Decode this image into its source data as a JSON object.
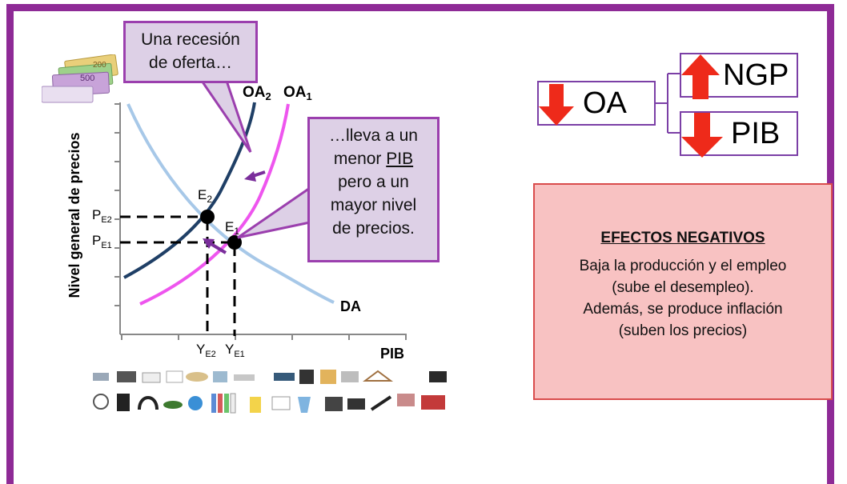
{
  "diagram": {
    "y_axis_label": "Nivel general de precios",
    "x_axis_label": "PIB",
    "curves": {
      "oa2": {
        "main": "OA",
        "sub": "2"
      },
      "oa1": {
        "main": "OA",
        "sub": "1"
      },
      "da": "DA"
    },
    "points": {
      "e2": {
        "main": "E",
        "sub": "2"
      },
      "e1": {
        "main": "E",
        "sub": "1"
      }
    },
    "price_labels": {
      "pe2": {
        "main": "P",
        "sub": "E2"
      },
      "pe1": {
        "main": "P",
        "sub": "E1"
      }
    },
    "output_labels": {
      "ye2": {
        "main": "Y",
        "sub": "E2"
      },
      "ye1": {
        "main": "Y",
        "sub": "E1"
      }
    }
  },
  "callouts": {
    "supply_recession": [
      "Una recesión",
      "de oferta…"
    ],
    "lower_gdp": {
      "line1": "…lleva a un",
      "line2_pre": "menor ",
      "line2_underlined": "PIB",
      "line3": "pero a un",
      "line4": "mayor nivel",
      "line5": "de precios."
    }
  },
  "summary_boxes": {
    "oa": {
      "label": "OA",
      "arrow": "down"
    },
    "ngp": {
      "label": "NGP",
      "arrow": "up"
    },
    "pib": {
      "label": "PIB",
      "arrow": "down"
    }
  },
  "effects": {
    "title": "EFECTOS NEGATIVOS",
    "lines": [
      "Baja la producción y el empleo",
      "(sube el desempleo).",
      "Además, se produce inflación",
      "(suben los precios)"
    ]
  },
  "colors": {
    "frame": "#8e2a96",
    "oa2_curve": "#1f3f66",
    "oa1_curve": "#ee55ee",
    "da_curve": "#a7c8e8",
    "arrow_purple": "#7a2e9b",
    "callout_fill": "#ddd0e6",
    "red_arrow": "#ee2a1a",
    "effects_fill": "#f8c2c2",
    "effects_border": "#d94c4c"
  },
  "decorations": {
    "top_left_image": "euro-banknotes",
    "bottom_image": "consumer-goods-collage"
  }
}
